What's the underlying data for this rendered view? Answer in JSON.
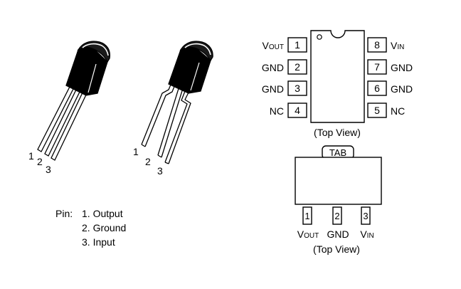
{
  "to92_straight": {
    "pin_numbers": [
      "1",
      "2",
      "3"
    ]
  },
  "to92_formed": {
    "pin_numbers": [
      "1",
      "2",
      "3"
    ]
  },
  "pin_legend": {
    "prefix": "Pin:",
    "items": [
      "1. Output",
      "2. Ground",
      "3. Input"
    ]
  },
  "dip8": {
    "left_pins": [
      {
        "number": "1",
        "label": "V",
        "label_sub": "OUT"
      },
      {
        "number": "2",
        "label": "GND",
        "label_sub": ""
      },
      {
        "number": "3",
        "label": "GND",
        "label_sub": ""
      },
      {
        "number": "4",
        "label": "NC",
        "label_sub": ""
      }
    ],
    "right_pins": [
      {
        "number": "8",
        "label": "V",
        "label_sub": "IN"
      },
      {
        "number": "7",
        "label": "GND",
        "label_sub": ""
      },
      {
        "number": "6",
        "label": "GND",
        "label_sub": ""
      },
      {
        "number": "5",
        "label": "NC",
        "label_sub": ""
      }
    ],
    "view_label": "(Top View)"
  },
  "sot223": {
    "tab_label": "TAB",
    "pins": [
      {
        "number": "1",
        "label": "V",
        "label_sub": "OUT"
      },
      {
        "number": "2",
        "label": "GND",
        "label_sub": ""
      },
      {
        "number": "3",
        "label": "V",
        "label_sub": "IN"
      }
    ],
    "view_label": "(Top View)"
  }
}
